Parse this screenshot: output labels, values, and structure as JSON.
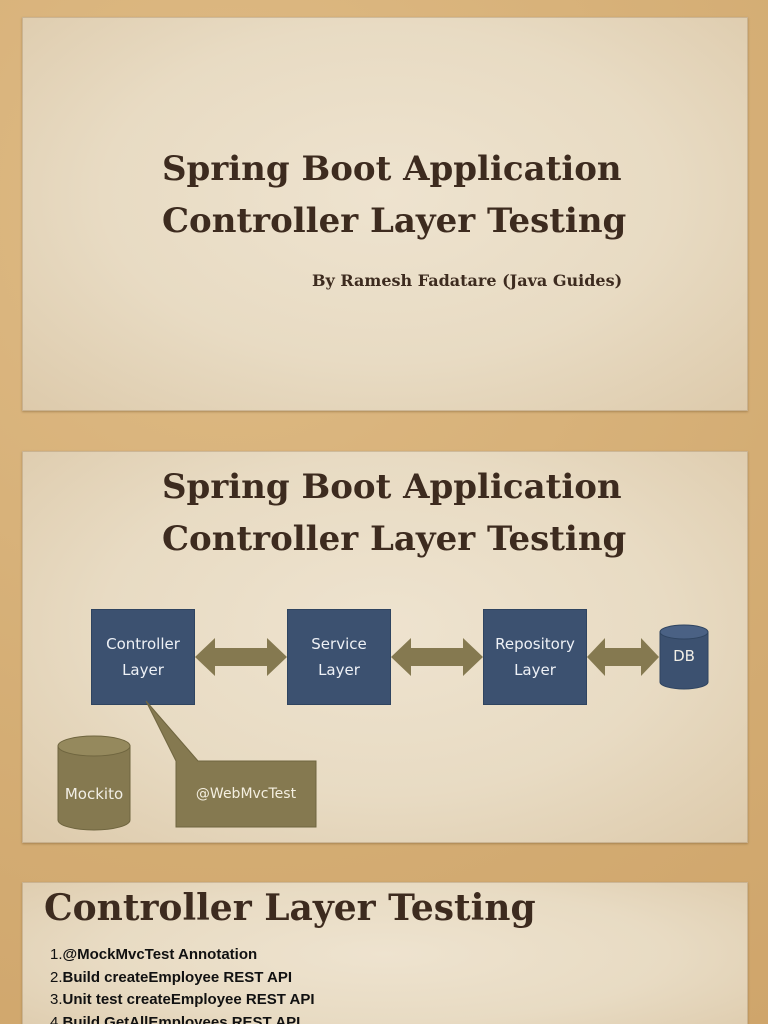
{
  "slide1": {
    "title_line1": "Spring Boot Application",
    "title_line2": "Controller Layer Testing",
    "byline": "By Ramesh Fadatare (Java Guides)"
  },
  "slide2": {
    "title_line1": "Spring Boot Application",
    "title_line2": "Controller Layer Testing",
    "diagram": {
      "controller": "Controller\nLayer",
      "service": "Service\nLayer",
      "repository": "Repository\nLayer",
      "db": "DB",
      "mockito": "Mockito",
      "annotation": "@WebMvcTest"
    },
    "colors": {
      "box": "#3c5170",
      "arrow": "#857950",
      "callout": "#857950"
    }
  },
  "slide3": {
    "title": "Controller Layer Testing",
    "items": [
      {
        "num": "1.",
        "text": "@MockMvcTest Annotation"
      },
      {
        "num": "2.",
        "text": "Build createEmployee REST API"
      },
      {
        "num": "3.",
        "text": "Unit test createEmployee REST API"
      },
      {
        "num": "4.",
        "text": "Build GetAllEmployees REST API"
      }
    ]
  }
}
